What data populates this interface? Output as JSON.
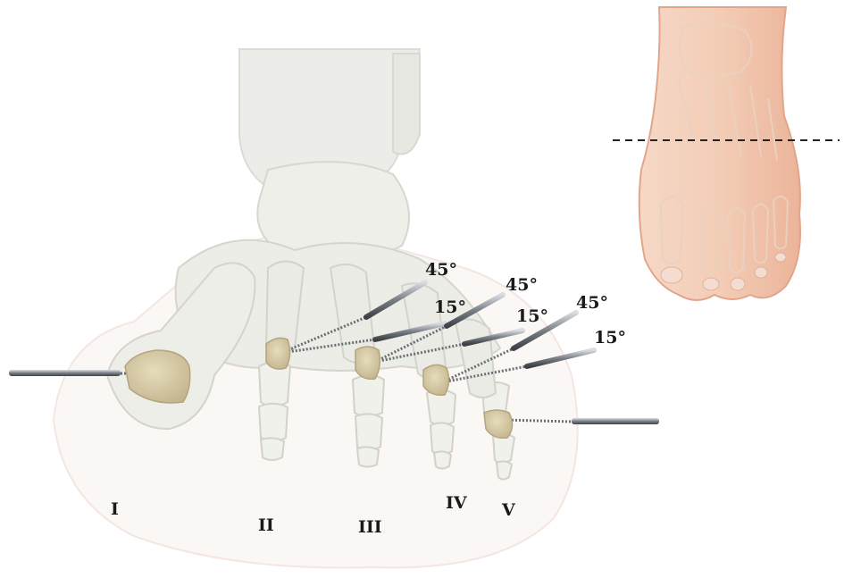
{
  "figure": {
    "angle_labels": {
      "ray2": {
        "upper": "45°",
        "lower": "15°"
      },
      "ray3": {
        "upper": "45°",
        "lower": "15°"
      },
      "ray4": {
        "upper": "45°",
        "lower": "15°"
      }
    },
    "ray_labels": [
      "I",
      "II",
      "III",
      "IV",
      "V"
    ]
  },
  "colors": {
    "bone": "#ebebe6",
    "bone_shadow": "#d6d6cf",
    "cut_surface": "#d8ccaa",
    "pin": "#8a8e94",
    "skin": "#f2c9ad",
    "cut_line": "#222222"
  }
}
